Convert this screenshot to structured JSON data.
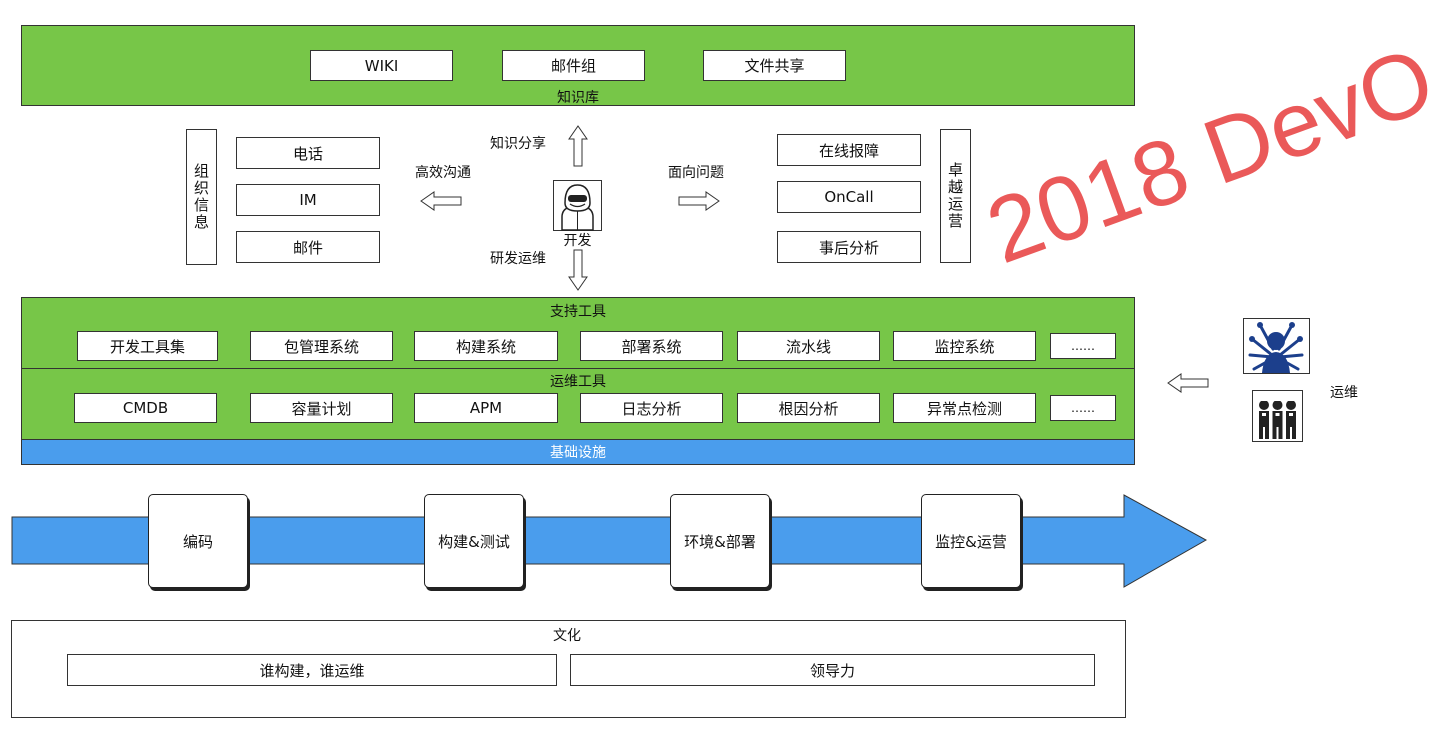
{
  "knowledge": {
    "title": "知识库",
    "items": [
      "WIKI",
      "邮件组",
      "文件共享"
    ]
  },
  "org_info": {
    "label": "组织信息",
    "items": [
      "电话",
      "IM",
      "邮件"
    ]
  },
  "excellent_ops": {
    "label": "卓越运营",
    "items": [
      "在线报障",
      "OnCall",
      "事后分析"
    ]
  },
  "center": {
    "person_label": "开发",
    "arrow_up_label": "知识分享",
    "arrow_down_label": "研发运维",
    "arrow_left_label": "高效沟通",
    "arrow_right_label": "面向问题"
  },
  "support_tools": {
    "title": "支持工具",
    "items": [
      "开发工具集",
      "包管理系统",
      "构建系统",
      "部署系统",
      "流水线",
      "监控系统",
      "……"
    ]
  },
  "ops_tools": {
    "title": "运维工具",
    "items": [
      "CMDB",
      "容量计划",
      "APM",
      "日志分析",
      "根因分析",
      "异常点检测",
      "……"
    ]
  },
  "infra": {
    "title": "基础设施"
  },
  "pipeline": {
    "stages": [
      "编码",
      "构建&测试",
      "环境&部署",
      "监控&运营"
    ]
  },
  "culture": {
    "title": "文化",
    "items": [
      "谁构建，谁运维",
      "领导力"
    ]
  },
  "ops_side": {
    "label": "运维"
  },
  "watermark": "2018 DevO",
  "colors": {
    "green": "#77c648",
    "blue": "#4a9ded",
    "arrow_blue": "#4a9ded"
  }
}
